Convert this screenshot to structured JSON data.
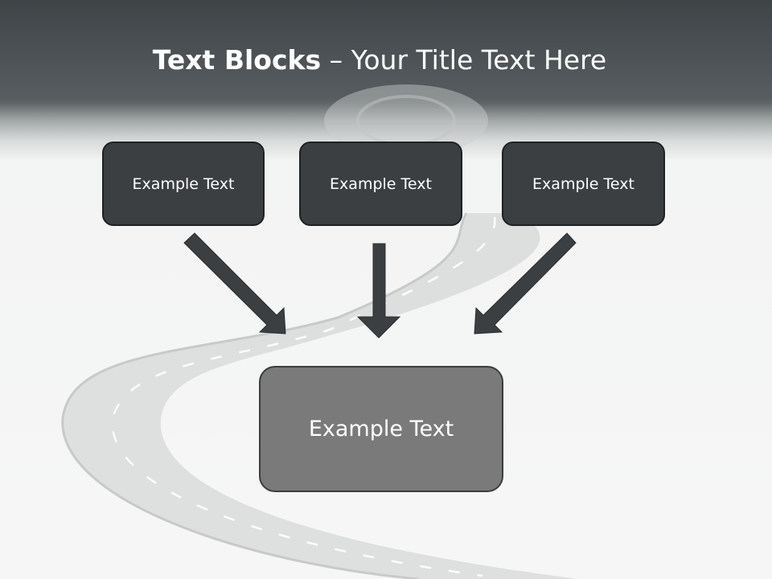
{
  "slide": {
    "title_bold": "Text Blocks",
    "title_rest": " – Your Title Text Here",
    "boxes": [
      {
        "label": "Example Text"
      },
      {
        "label": "Example Text"
      },
      {
        "label": "Example Text"
      }
    ],
    "main_box": {
      "label": "Example Text"
    }
  },
  "colors": {
    "header": "#4a5053",
    "box_dark": "#3b3f42",
    "box_main": "#7a7a7a",
    "arrow": "#3b3f42"
  }
}
